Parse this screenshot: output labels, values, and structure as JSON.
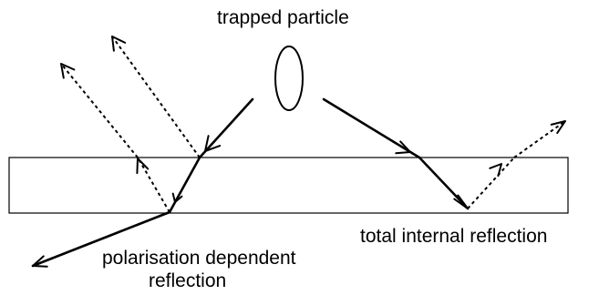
{
  "labels": {
    "particle": "trapped particle",
    "tir": "total internal reflection",
    "pol_line1": "polarisation dependent",
    "pol_line2": "reflection"
  },
  "colors": {
    "line": "#000000",
    "background": "#ffffff"
  }
}
